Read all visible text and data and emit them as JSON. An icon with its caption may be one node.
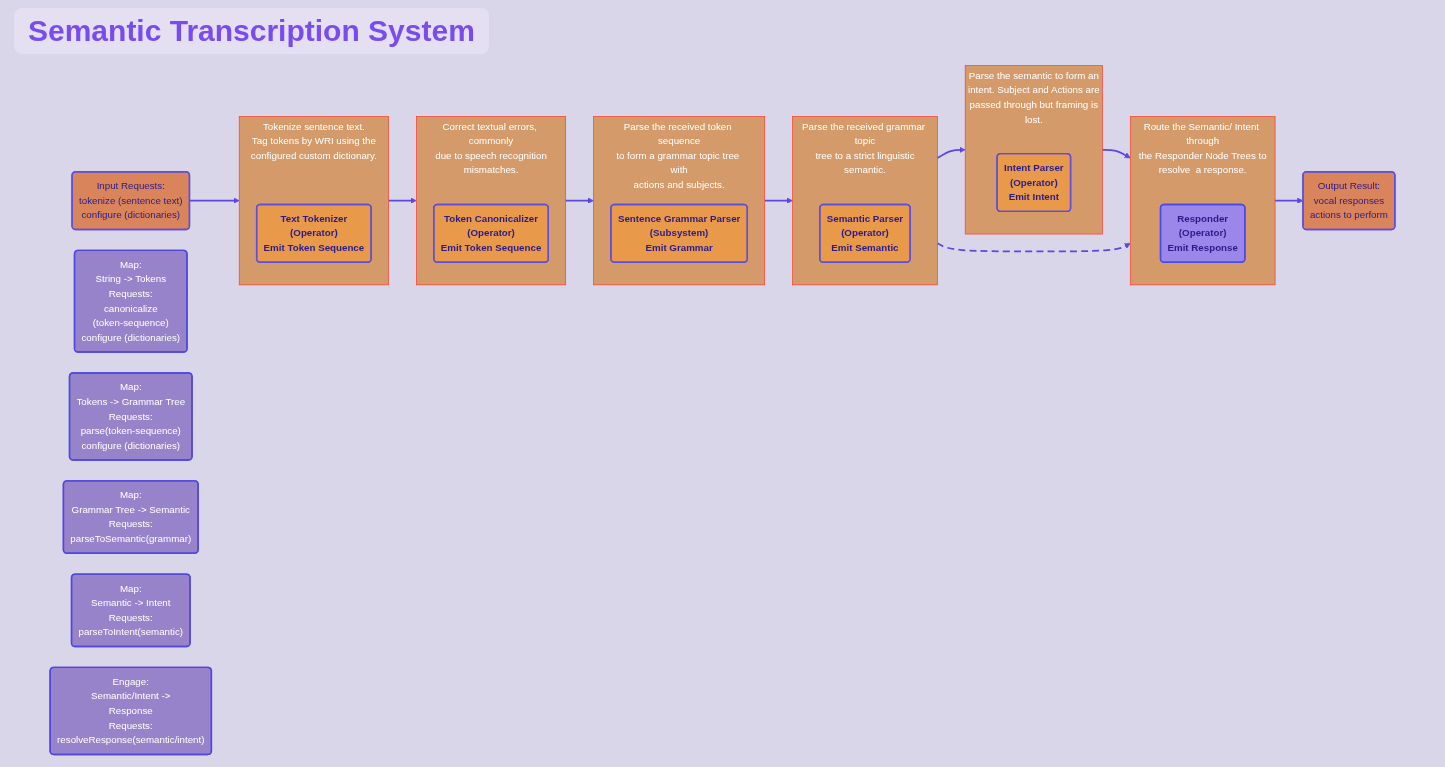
{
  "diagram": {
    "title": "Semantic Transcription System",
    "nodes": [
      {
        "text": [
          "Input Requests:",
          "tokenize (sentence text)",
          "configure (dictionaries)"
        ]
      },
      {
        "text": [
          "Output Result:",
          "vocal responses",
          "actions to perform"
        ]
      },
      {
        "text": [
          "Tokenize sentence text.",
          "Tag tokens by WRI using the configured custom dictionary."
        ]
      },
      {
        "text": [
          "Text Tokenizer",
          "(Operator)",
          "Emit Token Sequence"
        ],
        "in": 2
      },
      {
        "text": [
          "Correct textual errors, commonly due to speech recognition mismatches."
        ]
      },
      {
        "text": [
          "Token Canonicalizer",
          "(Operator)",
          "Emit Token Sequence"
        ],
        "in": 4
      },
      {
        "text": [
          "Parse the received token sequence to form a grammar topic tree with actions and subjects."
        ]
      },
      {
        "text": [
          "Sentence Grammar Parser",
          "(Subsystem)",
          "Emit Grammar"
        ],
        "in": 6
      },
      {
        "text": [
          "Parse the received grammar topic tree to a strict linguistic semantic."
        ]
      },
      {
        "text": [
          "Semantic Parser",
          "(Operator)",
          "Emit Semantic"
        ],
        "in": 8
      },
      {
        "text": [
          "Parse the semantic to form an intent. Subject and Actions are passed through but framing is lost."
        ]
      },
      {
        "text": [
          "Intent Parser",
          "(Operator)",
          "Emit Intent"
        ],
        "in": 10
      },
      {
        "text": [
          "Route the Semantic/ Intent through the Responder Node Trees to resolve  a response."
        ]
      },
      {
        "text": [
          "Responder",
          "(Operator)",
          "Emit Response"
        ],
        "in": 12
      },
      {
        "text": [
          "Map:",
          "String -> Tokens",
          "Requests:",
          "canonicalize (token-sequence)",
          "configure (dictionaries)"
        ]
      },
      {
        "text": [
          "Map:",
          "Tokens -> Grammar Tree",
          "Requests:",
          "parse(token-sequence)",
          "configure (dictionaries)"
        ]
      },
      {
        "text": [
          "Map:",
          "Grammar Tree -> Semantic",
          "Requests:",
          "parseToSemantic(grammar)"
        ]
      },
      {
        "text": [
          "Map:",
          "Semantic -> Intent",
          "Requests:",
          "parseToIntent(semantic)"
        ]
      },
      {
        "text": [
          "Engage:",
          "Semantic/Intent -> Response",
          "Requests:",
          "resolveResponse(semantic/intent)"
        ]
      }
    ],
    "edges": [
      {
        "from": 0,
        "to": 2,
        "arrow": "to"
      },
      {
        "from": 2,
        "to": 4,
        "arrow": "to"
      },
      {
        "from": 4,
        "to": 6,
        "arrow": "to"
      },
      {
        "from": 6,
        "to": 8,
        "arrow": "to"
      },
      {
        "from": 8,
        "to": 10,
        "arrow": "to"
      },
      {
        "from": 10,
        "to": 12,
        "arrow": "to"
      },
      {
        "from": 8,
        "to": 12,
        "arrow": "to",
        "style": "dashed"
      },
      {
        "from": 12,
        "to": 1,
        "arrow": "to"
      }
    ]
  }
}
